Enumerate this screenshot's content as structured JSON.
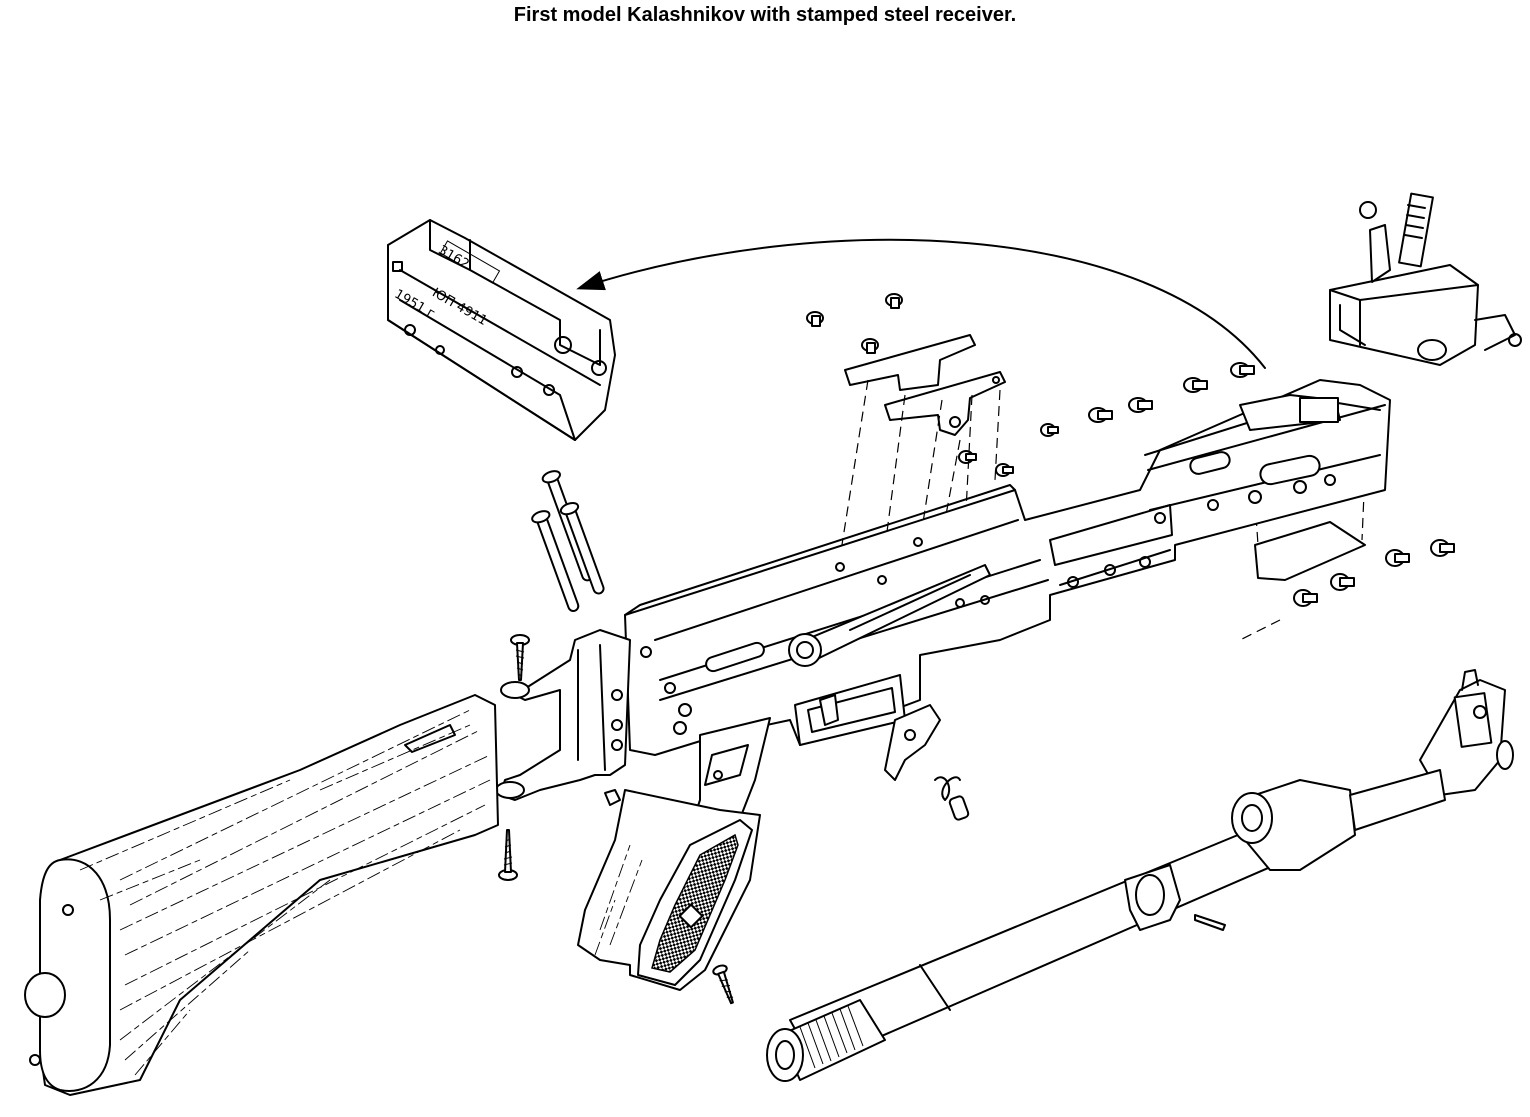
{
  "title": "First model Kalashnikov with stamped steel receiver.",
  "receiver_markings": {
    "line1": "ЮП 4911",
    "line2": "1951 г",
    "serial": "3162"
  },
  "colors": {
    "ink": "#000000",
    "paper": "#ffffff"
  }
}
